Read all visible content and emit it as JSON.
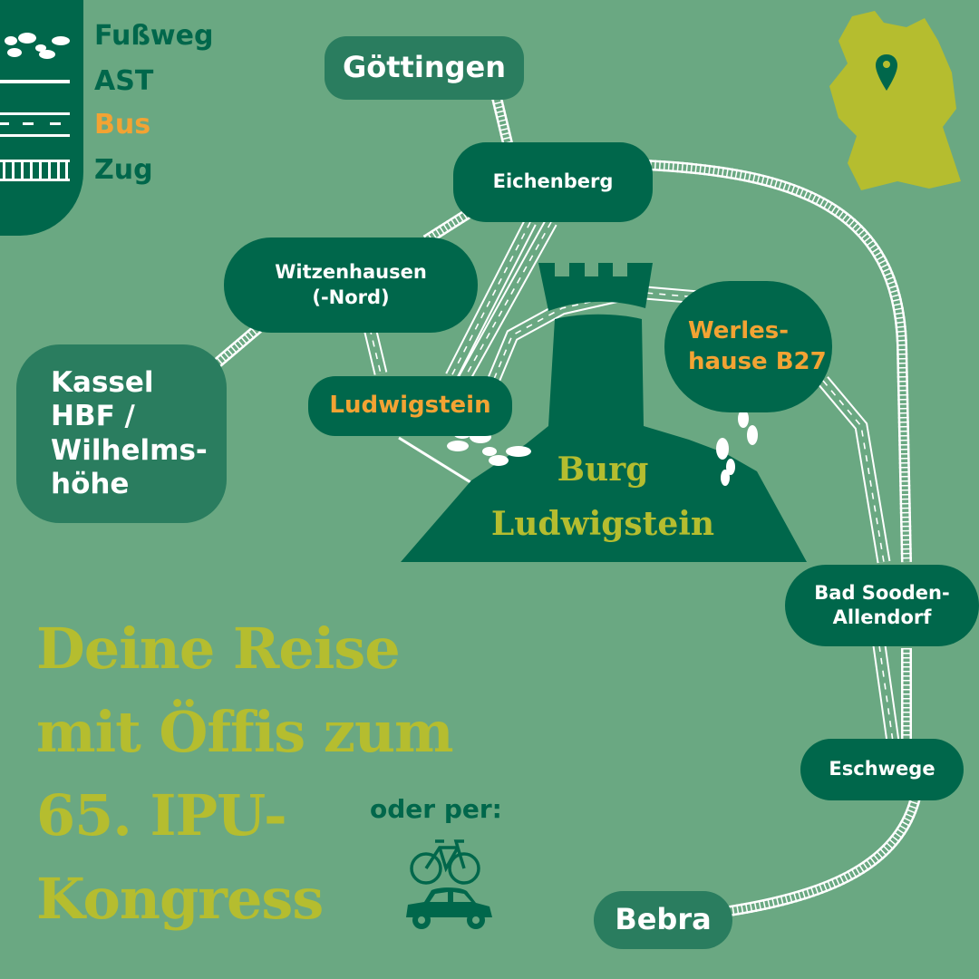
{
  "legend": {
    "items": [
      {
        "label": "Fußweg",
        "icon": "footprints-icon"
      },
      {
        "label": "AST",
        "icon": "line-icon"
      },
      {
        "label": "Bus",
        "icon": "road-icon"
      },
      {
        "label": "Zug",
        "icon": "rail-icon"
      }
    ]
  },
  "stations": {
    "goettingen": "Göttingen",
    "eichenberg": "Eichenberg",
    "witzenhausen": "Witzenhausen\n(-Nord)",
    "kassel": "Kassel\nHBF /\nWilhelms-\nhöhe",
    "ludwigstein": "Ludwigstein",
    "werleshausen": "Werles-\nhause B27",
    "bad_sooden": "Bad Sooden-\nAllendorf",
    "eschwege": "Eschwege",
    "bebra": "Bebra"
  },
  "destination": "Burg\nLudwigstein",
  "title": "Deine Reise\nmit Öffis zum\n65. IPU-\nKongress",
  "alternatives": {
    "label": "oder per:",
    "icons": [
      "bicycle-icon",
      "car-icon"
    ]
  },
  "colors": {
    "background": "#6aa882",
    "dark_green": "#00674b",
    "accent_yellow": "#b5bd2f",
    "bus_orange": "#f3a333"
  }
}
